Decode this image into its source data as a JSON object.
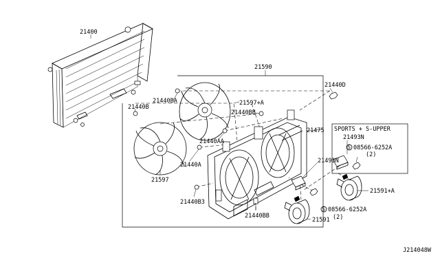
{
  "labels": {
    "p21400": "21400",
    "p21590": "21590",
    "p21440D": "21440D",
    "p21440BA": "21440BA",
    "p21597A": "21597+A",
    "p21440B": "21440B",
    "p21440BB_top": "21440BB",
    "p21475": "21475",
    "p21440AA": "21440AA",
    "p21440A": "21440A",
    "p21597": "21597",
    "p21493N": "21493N",
    "p21440B3": "21440B3",
    "p21440BB_bot": "21440BB",
    "p21591": "21591",
    "p21591A": "21591+A",
    "bolt_main": "08566-6252A",
    "bolt_main_qty": "(2)"
  },
  "inset": {
    "title": "SPORTS + S-UPPER",
    "part": "21493N",
    "bolt": "08566-6252A",
    "bolt_qty": "(2)"
  },
  "footer": {
    "diagram_code": "J214048W"
  }
}
